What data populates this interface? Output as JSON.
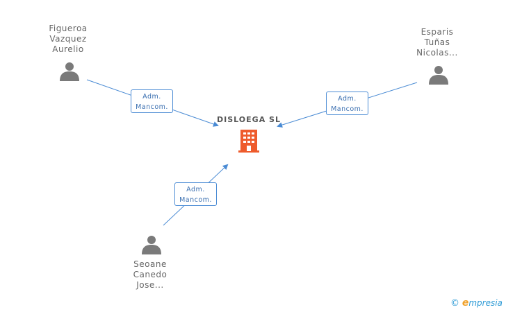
{
  "company": {
    "name": "DISLOEGA SL",
    "icon": "building-icon",
    "icon_color": "#ee5b2c"
  },
  "people": [
    {
      "id": "p1",
      "name_lines": [
        "Figueroa",
        "Vazquez",
        "Aurelio"
      ],
      "role_lines": [
        "Adm.",
        "Mancom."
      ],
      "icon": "person-icon"
    },
    {
      "id": "p2",
      "name_lines": [
        "Esparis",
        "Tuñas",
        "Nicolas..."
      ],
      "role_lines": [
        "Adm.",
        "Mancom."
      ],
      "icon": "person-icon"
    },
    {
      "id": "p3",
      "name_lines": [
        "Seoane",
        "Canedo",
        "Jose..."
      ],
      "role_lines": [
        "Adm.",
        "Mancom."
      ],
      "icon": "person-icon"
    }
  ],
  "colors": {
    "edge": "#4a8bd4",
    "person_icon": "#7a7a7a"
  },
  "brand": {
    "copyright": "©",
    "e_letter": "e",
    "rest": "mpresia"
  }
}
